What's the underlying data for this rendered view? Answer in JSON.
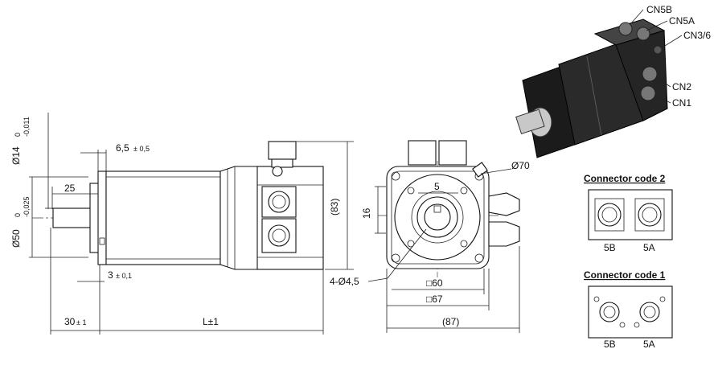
{
  "colors": {
    "ink": "#111111",
    "motor_body": "#1b1b1b",
    "motor_highlight": "#5a5a5a",
    "shaft": "#c8c8c8"
  },
  "side_view": {
    "dim_shaft_diameter": "Ø14",
    "dim_shaft_tol_upper": "0",
    "dim_shaft_tol_lower": "-0,011",
    "dim_pilot_diameter": "Ø50",
    "dim_pilot_tol_upper": "0",
    "dim_pilot_tol_lower": "-0,025",
    "dim_flange_thickness": "6,5",
    "dim_flange_thickness_tol": "± 0,5",
    "dim_shaft_key": "25",
    "dim_pilot_depth": "3",
    "dim_pilot_depth_tol": "± 0,1",
    "dim_shaft_length": "30",
    "dim_shaft_length_tol": "± 1",
    "dim_motor_length": "L±1",
    "dim_height": "(83)"
  },
  "front_view": {
    "dim_circle": "Ø70",
    "dim_key_width": "5",
    "dim_key_height": "16",
    "dim_holes": "4-Ø4,5",
    "dim_square_inner": "□60",
    "dim_square_outer": "□67",
    "dim_overall_width": "(87)"
  },
  "iso_view": {
    "labels": [
      "CN5B",
      "CN5A",
      "CN3/6",
      "CN2",
      "CN1"
    ]
  },
  "connector_code_2": {
    "title": "Connector code 2",
    "left_label": "5B",
    "right_label": "5A"
  },
  "connector_code_1": {
    "title": "Connector code 1",
    "left_label": "5B",
    "right_label": "5A"
  }
}
